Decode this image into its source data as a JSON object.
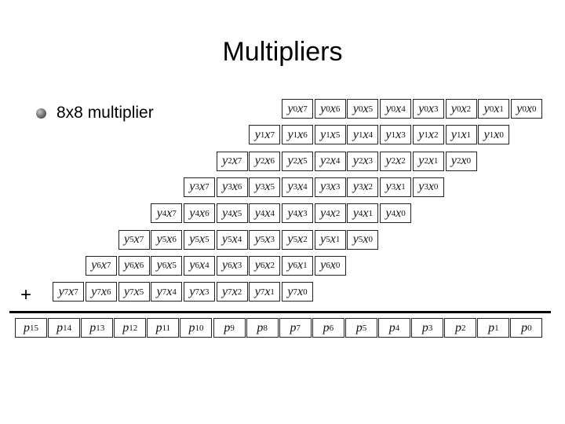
{
  "title": "Multipliers",
  "bullet": "8x8 multiplier",
  "plus_sign": "+",
  "partial_products": [
    [
      "y0x7",
      "y0x6",
      "y0x5",
      "y0x4",
      "y0x3",
      "y0x2",
      "y0x1",
      "y0x0"
    ],
    [
      "y1x7",
      "y1x6",
      "y1x5",
      "y1x4",
      "y1x3",
      "y1x2",
      "y1x1",
      "y1x0"
    ],
    [
      "y2x7",
      "y2x6",
      "y2x5",
      "y2x4",
      "y2x3",
      "y2x2",
      "y2x1",
      "y2x0"
    ],
    [
      "y3x7",
      "y3x6",
      "y3x5",
      "y3x4",
      "y3x3",
      "y3x2",
      "y3x1",
      "y3x0"
    ],
    [
      "y4x7",
      "y4x6",
      "y4x5",
      "y4x4",
      "y4x3",
      "y4x2",
      "y4x1",
      "y4x0"
    ],
    [
      "y5x7",
      "y5x6",
      "y5x5",
      "y5x4",
      "y5x3",
      "y5x2",
      "y5x1",
      "y5x0"
    ],
    [
      "y6x7",
      "y6x6",
      "y6x5",
      "y6x4",
      "y6x3",
      "y6x2",
      "y6x1",
      "y6x0"
    ],
    [
      "y7x7",
      "y7x6",
      "y7x5",
      "y7x4",
      "y7x3",
      "y7x2",
      "y7x1",
      "y7x0"
    ]
  ],
  "result": [
    "p15",
    "p14",
    "p13",
    "p12",
    "p11",
    "p10",
    "p9",
    "p8",
    "p7",
    "p6",
    "p5",
    "p4",
    "p3",
    "p2",
    "p1",
    "p0"
  ]
}
